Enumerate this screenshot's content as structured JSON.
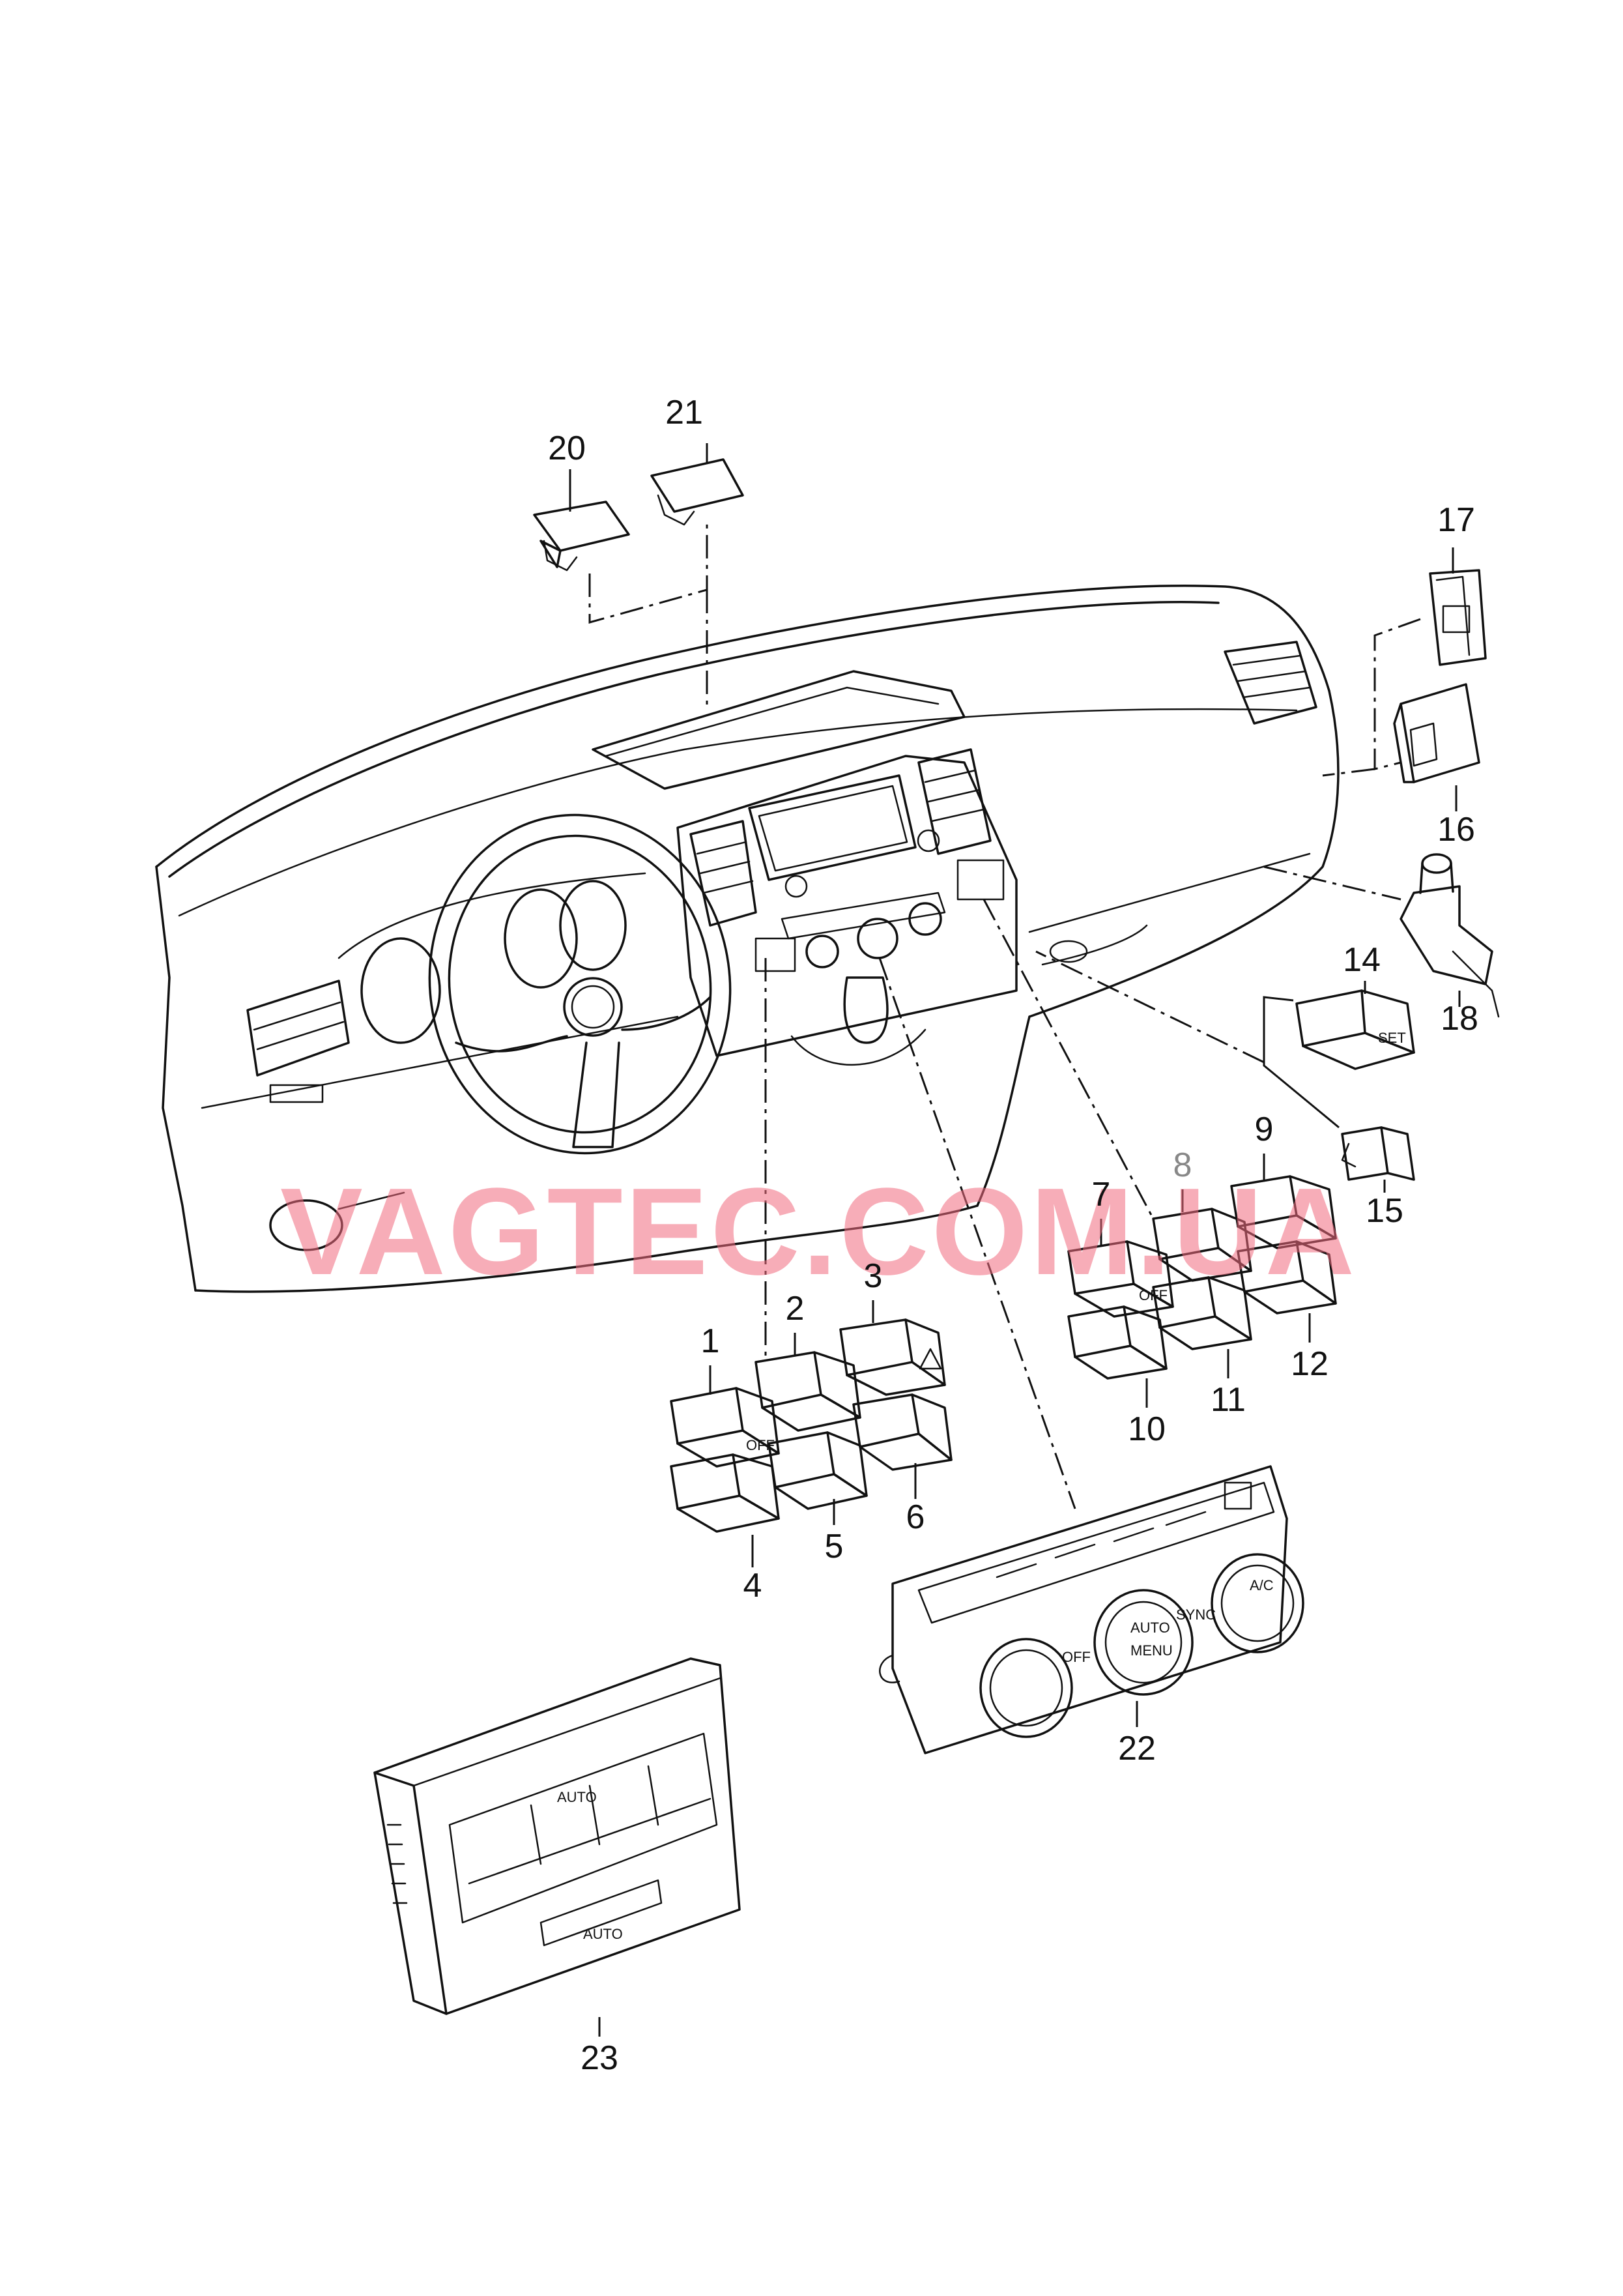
{
  "watermark": "VAGTEC.COM.UA",
  "callouts": {
    "c1": "1",
    "c2": "2",
    "c3": "3",
    "c4": "4",
    "c5": "5",
    "c6": "6",
    "c7": "7",
    "c8": "8",
    "c9": "9",
    "c10": "10",
    "c11": "11",
    "c12": "12",
    "c14": "14",
    "c15": "15",
    "c16": "16",
    "c17": "17",
    "c18": "18",
    "c20": "20",
    "c21": "21",
    "c22": "22",
    "c23": "23"
  },
  "button_markings": {
    "off": "OFF",
    "set": "SET",
    "auto": "AUTO",
    "menu": "MENU",
    "ac": "A/C",
    "sync": "SYNC"
  }
}
